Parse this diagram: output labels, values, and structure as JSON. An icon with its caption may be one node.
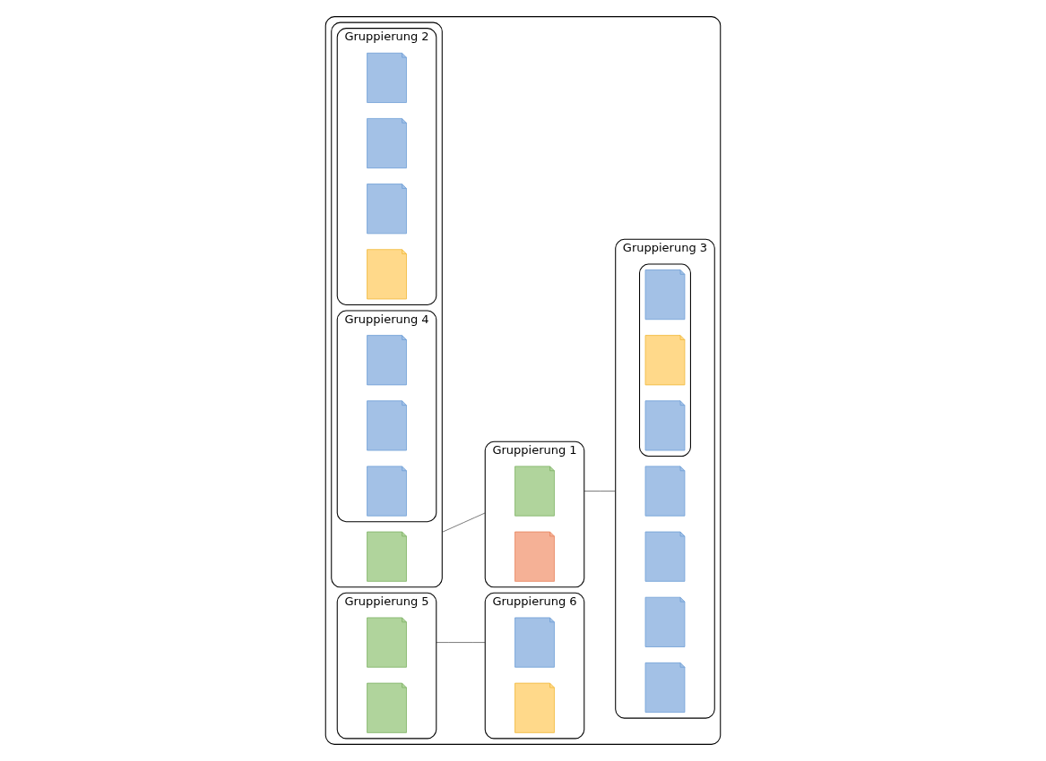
{
  "diagram": {
    "nodes": [
      {
        "text": [],
        "shape": "box"
      },
      {
        "text": [],
        "shape": "box",
        "in": 0
      },
      {
        "text": [],
        "shape": "note",
        "in": 1
      },
      {
        "text": [
          "Gruppierung 2"
        ],
        "in": 1
      },
      {
        "text": [],
        "shape": "note",
        "in": 3
      },
      {
        "text": [],
        "shape": "note",
        "in": 3
      },
      {
        "text": [],
        "shape": "note",
        "in": 3
      },
      {
        "text": [],
        "shape": "note",
        "in": 3
      },
      {
        "text": [
          "Gruppierung 4"
        ],
        "in": 1
      },
      {
        "text": [],
        "shape": "note",
        "in": 8
      },
      {
        "text": [],
        "shape": "note",
        "in": 8
      },
      {
        "text": [],
        "shape": "note",
        "in": 8
      },
      {
        "text": [
          "Gruppierung 1"
        ],
        "in": 0
      },
      {
        "text": [],
        "shape": "note",
        "in": 12
      },
      {
        "text": [],
        "shape": "note",
        "in": 12
      },
      {
        "text": [
          "Gruppierung 3"
        ],
        "in": 0
      },
      {
        "text": [],
        "shape": "note",
        "in": 15
      },
      {
        "text": [],
        "shape": "note",
        "in": 15
      },
      {
        "text": [],
        "shape": "note",
        "in": 15
      },
      {
        "text": [],
        "shape": "note",
        "in": 15
      },
      {
        "text": [],
        "shape": "box",
        "in": 15
      },
      {
        "text": [],
        "shape": "note",
        "in": 20
      },
      {
        "text": [],
        "shape": "note",
        "in": 20
      },
      {
        "text": [],
        "shape": "note",
        "in": 20
      },
      {
        "text": [
          "Gruppierung 5"
        ],
        "in": 0
      },
      {
        "text": [],
        "shape": "note",
        "in": 24
      },
      {
        "text": [],
        "shape": "note",
        "in": 24
      },
      {
        "text": [
          "Gruppierung 6"
        ],
        "in": 0
      },
      {
        "text": [],
        "shape": "note",
        "in": 27
      },
      {
        "text": [],
        "shape": "note",
        "in": 27
      }
    ],
    "edges": [
      {
        "from": 1,
        "to": 12,
        "arrow": "none"
      },
      {
        "from": 12,
        "to": 15,
        "arrow": "none"
      },
      {
        "from": 24,
        "to": 27,
        "arrow": "none"
      }
    ]
  }
}
